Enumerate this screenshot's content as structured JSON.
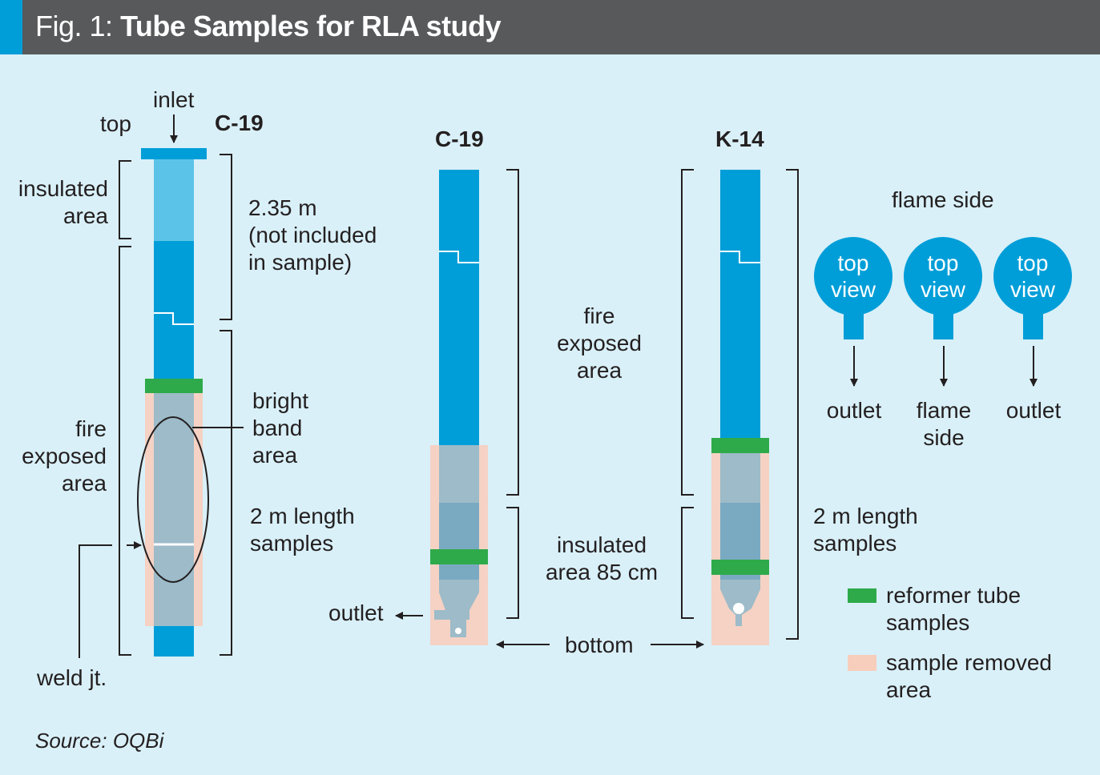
{
  "header": {
    "figure_label": "Fig. 1:",
    "title": "Tube Samples for RLA study",
    "accent_color": "#009ed8",
    "bar_color": "#58595b"
  },
  "colors": {
    "background": "#d9f0f8",
    "tube": "#009ed8",
    "tube_insulated": "#5bc3e8",
    "reformer_tube_samples": "#2eaa4a",
    "sample_removed_area": "#f7cdbc",
    "sample_overlay": "#9dbbc8"
  },
  "tube1": {
    "name": "C-19",
    "top_label": "top",
    "inlet_label": "inlet",
    "insulated_label": "insulated\narea",
    "fire_exposed_label": "fire\nexposed\narea",
    "not_included_label": "2.35 m\n(not included\nin sample)",
    "bright_band_label": "bright\nband\narea",
    "samples_label": "2 m length\nsamples",
    "weld_label": "weld jt."
  },
  "tube2": {
    "name": "C-19",
    "outlet_label": "outlet"
  },
  "middle": {
    "fire_exposed_label": "fire\nexposed\narea",
    "insulated_label": "insulated\narea 85 cm",
    "bottom_label": "bottom"
  },
  "tube3": {
    "name": "K-14",
    "samples_label": "2 m length\nsamples"
  },
  "orientation": {
    "heading": "flame side",
    "views": [
      {
        "circle": "top\nview",
        "below": "outlet"
      },
      {
        "circle": "top\nview",
        "below": "flame\nside"
      },
      {
        "circle": "top\nview",
        "below": "outlet"
      }
    ]
  },
  "legend": {
    "items": [
      {
        "label": "reformer tube\nsamples"
      },
      {
        "label": "sample removed\narea"
      }
    ]
  },
  "source": "Source: OQBi"
}
